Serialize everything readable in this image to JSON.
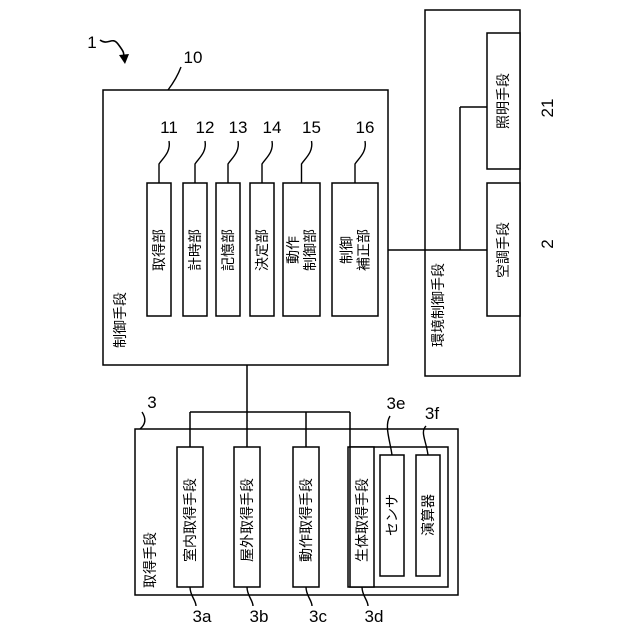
{
  "figure_ref": "1",
  "control": {
    "title": "制御手段",
    "ref": "10",
    "units": [
      {
        "label": "取得部",
        "ref": "11"
      },
      {
        "label": "計時部",
        "ref": "12"
      },
      {
        "label": "記憶部",
        "ref": "13"
      },
      {
        "label": "決定部",
        "ref": "14"
      },
      {
        "label": "動作\n制御部",
        "ref": "15"
      },
      {
        "label": "制御\n補正部",
        "ref": "16"
      }
    ]
  },
  "environment": {
    "title": "環境制御手段",
    "units": [
      {
        "label": "空調手段",
        "ref": "2"
      },
      {
        "label": "照明手段",
        "ref": "21"
      }
    ]
  },
  "acquisition": {
    "title": "取得手段",
    "ref": "3",
    "units": [
      {
        "label": "室内取得手段",
        "ref": "3a"
      },
      {
        "label": "屋外取得手段",
        "ref": "3b"
      },
      {
        "label": "動作取得手段",
        "ref": "3c"
      },
      {
        "label": "生体取得手段",
        "ref": "3d"
      }
    ],
    "sub_units": [
      {
        "label": "センサ",
        "ref": "3e"
      },
      {
        "label": "演算器",
        "ref": "3f"
      }
    ]
  }
}
